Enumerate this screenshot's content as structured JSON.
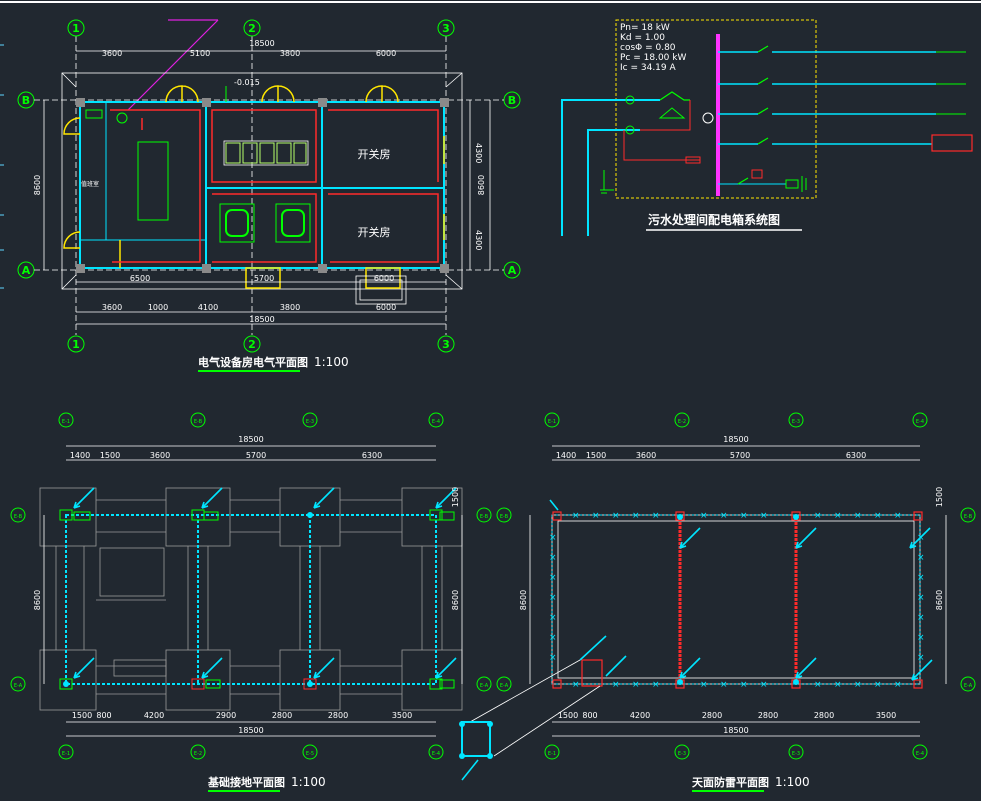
{
  "plan1": {
    "title": "电气设备房电气平面图",
    "scale": "1:100",
    "axis_numbers": [
      "1",
      "2",
      "3"
    ],
    "axis_letters": [
      "B",
      "A"
    ],
    "dims_top_total": "18500",
    "dims_top": [
      "3600",
      "5100",
      "3800",
      "6000"
    ],
    "dims_bottom_1": [
      "6500",
      "5700",
      "6000"
    ],
    "dims_bottom_2": [
      "3600",
      "1000",
      "4100",
      "3800",
      "6000"
    ],
    "dims_bottom_total": "18500",
    "dims_left": "8600",
    "dims_right_total": "8600",
    "dims_right": [
      "4300",
      "4300"
    ],
    "level_mark": "-0.015",
    "room_label_1": "开关房",
    "room_label_2": "开关房",
    "small_room_label": "值班室"
  },
  "system": {
    "title": "污水处理间配电箱系统图",
    "lines": [
      "Pn= 18 kW",
      "Kd = 1.00",
      "cosΦ = 0.80",
      "Pc = 18.00 kW",
      "Ic = 34.19 A"
    ]
  },
  "plan2": {
    "title": "基础接地平面图",
    "scale": "1:100",
    "axis_bubbles_top": [
      "E-1",
      "E-B",
      "E-3",
      "E-4"
    ],
    "axis_bubbles_bottom": [
      "E-1",
      "E-2",
      "E-5",
      "E-4"
    ],
    "axis_bubbles_left": [
      "E-B",
      "E-A"
    ],
    "axis_bubbles_right": [
      "E-B",
      "E-A"
    ],
    "dims_top_total": "18500",
    "dims_top": [
      "1400",
      "1500",
      "3600",
      "5700",
      "6300"
    ],
    "dims_bottom": [
      "1500",
      "800",
      "4200",
      "2900",
      "2800",
      "2800",
      "3500"
    ],
    "dims_bottom_total": "18500",
    "dims_left": "8600",
    "dims_right": "8600",
    "dims_right_top": "1500"
  },
  "plan3": {
    "title": "天面防雷平面图",
    "scale": "1:100",
    "axis_bubbles_top": [
      "E-1",
      "E-2",
      "E-3",
      "E-4"
    ],
    "axis_bubbles_bottom": [
      "E-1",
      "E-3",
      "E-3",
      "E-4"
    ],
    "axis_bubbles_left": [
      "E-B",
      "E-A"
    ],
    "axis_bubbles_right": [
      "E-B",
      "E-A"
    ],
    "dims_top_total": "18500",
    "dims_top": [
      "1400",
      "1500",
      "3600",
      "5700",
      "6300"
    ],
    "dims_bottom": [
      "1500",
      "800",
      "4200",
      "2800",
      "2800",
      "2800",
      "3500"
    ],
    "dims_bottom_total": "18500",
    "dims_left": "8600",
    "dims_right": "8600",
    "dims_right_top": "1500"
  }
}
